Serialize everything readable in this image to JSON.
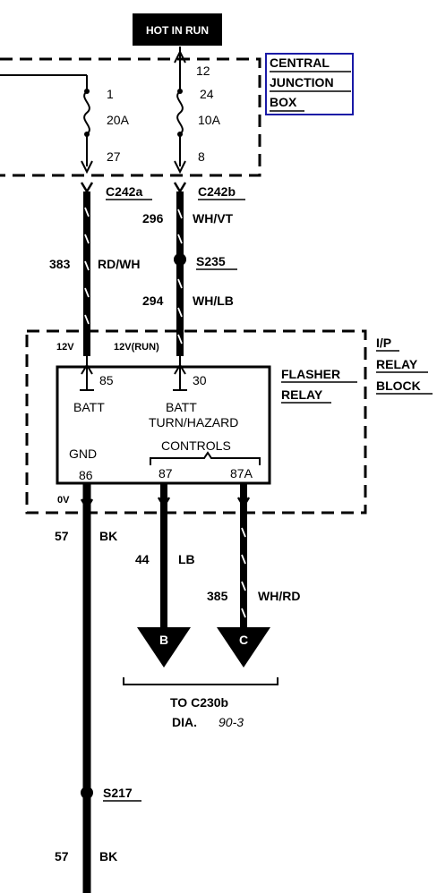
{
  "header_label": "HOT IN RUN",
  "central_junction_box": {
    "name_lines": [
      "CENTRAL",
      "JUNCTION",
      "BOX"
    ],
    "fuse_a": {
      "in_pin": "1",
      "rating": "20A",
      "out_pin": "27"
    },
    "fuse_b": {
      "top_pin": "12",
      "in_pin": "24",
      "rating": "10A",
      "out_pin": "8"
    }
  },
  "connectors": {
    "left": "C242a",
    "right": "C242b"
  },
  "wires": {
    "w296": {
      "circuit": "296",
      "color": "WH/VT"
    },
    "w383": {
      "circuit": "383",
      "color": "RD/WH"
    },
    "w294": {
      "circuit": "294",
      "color": "WH/LB"
    },
    "w57_top": {
      "circuit": "57",
      "color": "BK"
    },
    "w44": {
      "circuit": "44",
      "color": "LB"
    },
    "w385": {
      "circuit": "385",
      "color": "WH/RD"
    },
    "w57_bottom": {
      "circuit": "57",
      "color": "BK"
    }
  },
  "splices": {
    "s235": "S235",
    "s217": "S217"
  },
  "relay_block": {
    "name_lines": [
      "I/P",
      "RELAY",
      "BLOCK"
    ],
    "voltage_left": "12V",
    "voltage_right": "12V(RUN)",
    "voltage_gnd": "0V"
  },
  "flasher_relay": {
    "name_lines": [
      "FLASHER",
      "RELAY"
    ],
    "pin85": "85",
    "pin30": "30",
    "batt_left": "BATT",
    "batt_right": "BATT",
    "turn_hazard": "TURN/HAZARD",
    "controls": "CONTROLS",
    "gnd": "GND",
    "pin86": "86",
    "pin87": "87",
    "pin87a": "87A"
  },
  "destinations": {
    "b": "B",
    "c": "C",
    "to_line": "TO C230b",
    "dia_label": "DIA.",
    "dia_ref": "90-3"
  },
  "colors": {
    "ink": "#000000",
    "highlight_box": "#1a1aa6",
    "background": "#ffffff"
  }
}
